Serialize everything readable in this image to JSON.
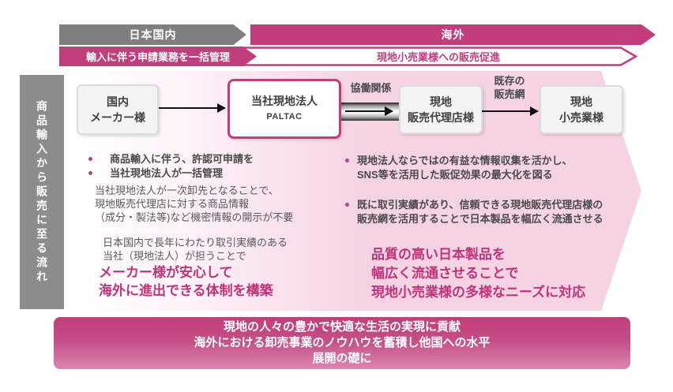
{
  "colors": {
    "magenta": "#c23d7c",
    "pink_background": "#f5d3e3",
    "gray_banner": "#7f7f7f",
    "side_bar_gray": "#8c8c8c",
    "dark_text": "#4a4a4a",
    "paragraph_text": "#595959",
    "highlight_text": "#c0337c"
  },
  "top": {
    "row1_left": "日本国内",
    "row1_right": "海外",
    "row2_left": "輸入に伴う申請業務を一括管理",
    "row2_right": "現地小売業様への販売促進"
  },
  "sidebar": {
    "label": "商品輸入から販売に至る流れ"
  },
  "flow": {
    "box1_line1": "国内",
    "box1_line2": "メーカー様",
    "box2_line1": "当社現地法人",
    "box2_line2": "PALTAC",
    "pipe_label": "協働関係",
    "box3_line1": "現地",
    "box3_line2": "販売代理店様",
    "arrow_label_line1": "既存の",
    "arrow_label_line2": "販売網",
    "box4_line1": "現地",
    "box4_line2": "小売業様"
  },
  "left_panel": {
    "bullets": [
      "商品輸入に伴う、許認可申請を",
      "当社現地法人が一括管理"
    ],
    "para1": [
      "当社現地法人が一次卸先となることで、",
      "現地販売代理店に対する商品情報",
      "（成分・製法等)など機密情報の開示が不要"
    ],
    "para2": [
      "日本国内で長年にわたり取引実績のある",
      "当社（現地法人）が担うことで"
    ],
    "highlight": [
      "メーカー様が安心して",
      "海外に進出できる体制を構築"
    ]
  },
  "right_panel": {
    "bullet1": [
      "現地法人ならではの有益な情報収集を活かし、",
      "SNS等を活用した販促効果の最大化を図る"
    ],
    "bullet2": [
      "既に取引実績があり、信頼できる現地販売代理店様の",
      "販売網を活用することで日本製品を幅広く流通させる"
    ],
    "highlight": [
      "品質の高い日本製品を",
      "幅広く流通させることで",
      "現地小売業様の多様なニーズに対応"
    ]
  },
  "bottom_banner": {
    "lines": [
      "現地の人々の豊かで快適な生活の実現に貢献",
      "海外における卸売事業のノウハウを蓄積し他国への水平",
      "展開の礎に"
    ]
  }
}
